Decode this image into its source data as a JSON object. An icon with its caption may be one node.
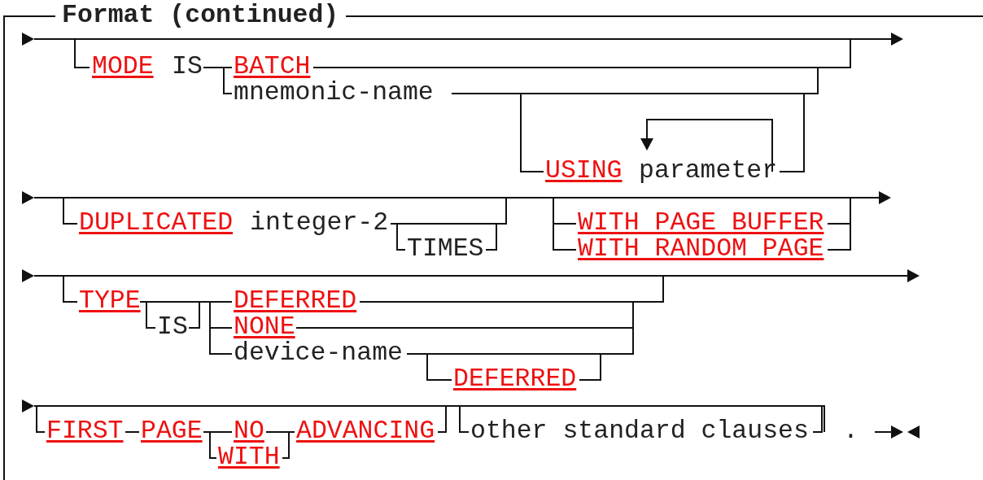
{
  "diagram": {
    "title": "Format (continued)",
    "labels": [
      "MODE",
      "IS",
      "BATCH",
      "mnemonic-name",
      "USING",
      "parameter",
      "DUPLICATED",
      "integer-2",
      "WITH PAGE BUFFER",
      "TIMES",
      "WITH RANDOM PAGE",
      "TYPE",
      "DEFERRED",
      "IS",
      "NONE",
      "device-name",
      "DEFERRED",
      "FIRST",
      "PAGE",
      "NO",
      "ADVANCING",
      "other standard clauses",
      ".",
      "WITH"
    ]
  }
}
